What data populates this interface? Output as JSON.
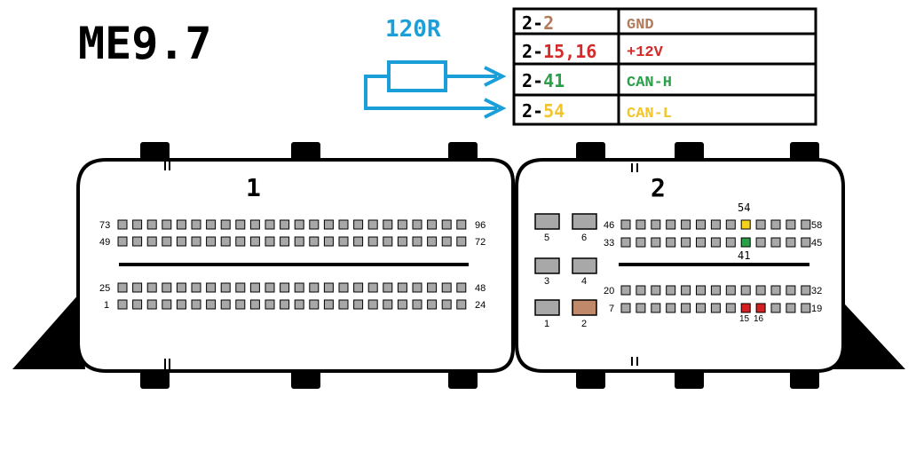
{
  "title": "ME9.7",
  "resistor": {
    "label": "120R",
    "color": "#1a9fd8"
  },
  "pin_table": {
    "rows": [
      {
        "prefix": "2-",
        "pins": "2",
        "pins_color": "#b27b5a",
        "signal": "GND",
        "signal_color": "#b27b5a"
      },
      {
        "prefix": "2-",
        "pins": "15,16",
        "pins_color": "#d42a2a",
        "signal": "+12V",
        "signal_color": "#d42a2a"
      },
      {
        "prefix": "2-",
        "pins": "41",
        "pins_color": "#2aa04a",
        "signal": "CAN-H",
        "signal_color": "#2aa04a"
      },
      {
        "prefix": "2-",
        "pins": "54",
        "pins_color": "#f2c62a",
        "signal": "CAN-L",
        "signal_color": "#f2c62a"
      }
    ]
  },
  "connector1": {
    "label": "1",
    "rows": [
      {
        "left": "73",
        "right": "96"
      },
      {
        "left": "49",
        "right": "72"
      },
      {
        "left": "25",
        "right": "48"
      },
      {
        "left": "1",
        "right": "24"
      }
    ]
  },
  "connector2": {
    "label": "2",
    "big_pins": [
      "5",
      "6",
      "3",
      "4",
      "1",
      "2"
    ],
    "rows": [
      {
        "left": "46",
        "right": "58"
      },
      {
        "left": "33",
        "right": "45"
      },
      {
        "left": "20",
        "right": "32"
      },
      {
        "left": "7",
        "right": "19"
      }
    ],
    "pin_labels": {
      "p54": "54",
      "p41": "41",
      "p15": "15",
      "p16": "16"
    }
  },
  "colors": {
    "pin_gray": "#a8a8a8",
    "gnd": "#c08a6a",
    "power": "#d42020",
    "canh": "#2aa04a",
    "canl": "#f3d21e"
  }
}
